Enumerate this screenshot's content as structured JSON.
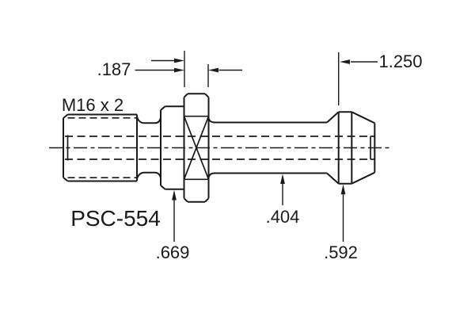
{
  "drawing": {
    "part_number": "PSC-554",
    "thread_label": "M16 x 2",
    "dims": {
      "hex_width": ".187",
      "head_length": "1.250",
      "flange_dia": ".669",
      "shaft_dia": ".404",
      "head_dia": ".592"
    },
    "colors": {
      "line": "#1a1a1a",
      "background": "#ffffff"
    }
  }
}
